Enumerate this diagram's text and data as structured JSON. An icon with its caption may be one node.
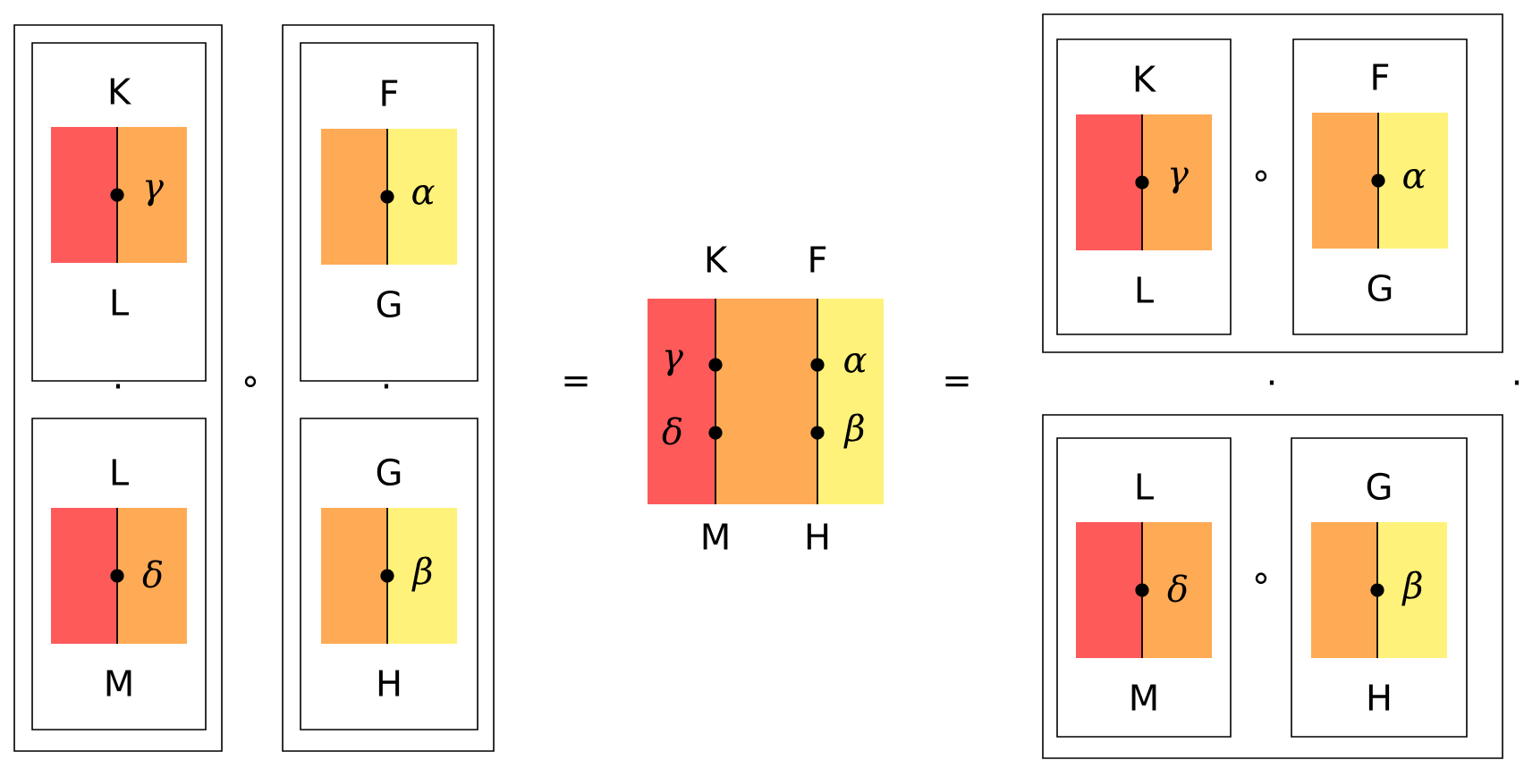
{
  "diagram": {
    "nodes": [
      {
        "text": [
          "."
        ]
      },
      {
        "text": [
          "K",
          "γ",
          "L"
        ],
        "in": 0
      },
      {
        "text": [
          "L",
          "δ",
          "M"
        ],
        "in": 0
      },
      {
        "text": [
          "."
        ]
      },
      {
        "text": [
          "F",
          "α",
          "G"
        ],
        "in": 3
      },
      {
        "text": [
          "G",
          "β",
          "H"
        ],
        "in": 3
      },
      {
        "text": [
          "K",
          "F",
          "γ",
          "δ",
          "α",
          "β",
          "M",
          "H"
        ]
      },
      {
        "text": [
          "∘"
        ]
      },
      {
        "text": [
          "K",
          "γ",
          "L"
        ],
        "in": 7
      },
      {
        "text": [
          "F",
          "α",
          "G"
        ],
        "in": 7
      },
      {
        "text": [
          "∘"
        ]
      },
      {
        "text": [
          "L",
          "δ",
          "M"
        ],
        "in": 10
      },
      {
        "text": [
          "G",
          "β",
          "H"
        ],
        "in": 10
      }
    ],
    "labels": [
      "∘",
      "=",
      "=",
      ".",
      "."
    ]
  }
}
